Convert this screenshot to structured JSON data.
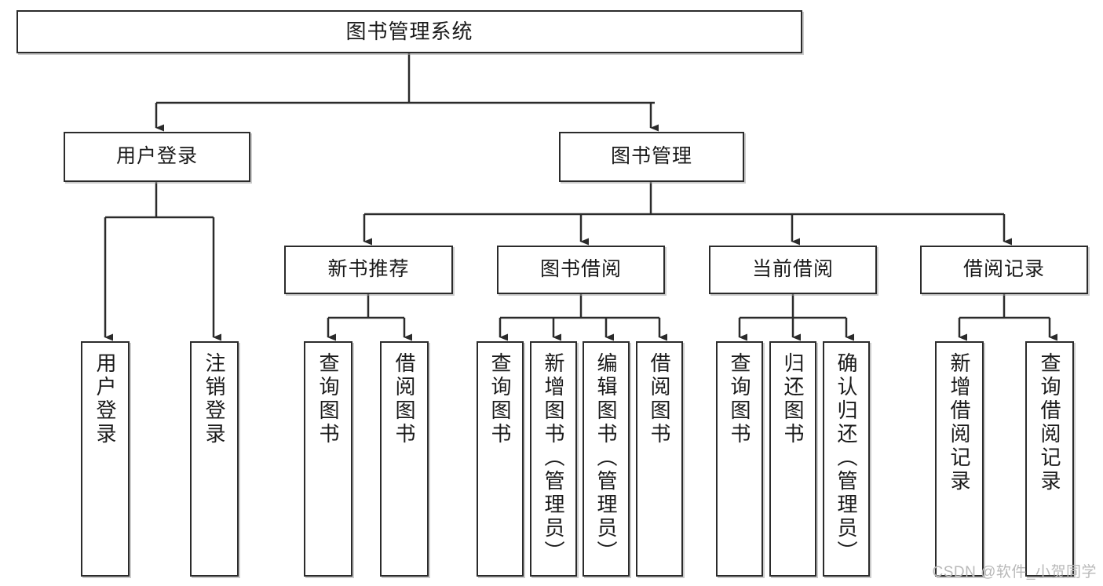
{
  "diagram": {
    "title": "图书管理系统",
    "type": "tree",
    "watermark": "CSDN @软件_小贺同学",
    "colors": {
      "node_border": "#2b2b2b",
      "node_fill": "#ffffff",
      "connector": "#2b2b2b",
      "watermark": "#b9b9b9"
    },
    "nodes": {
      "root": {
        "label": "图书管理系统"
      },
      "level2": [
        {
          "id": "user-login",
          "label": "用户登录"
        },
        {
          "id": "book-manage",
          "label": "图书管理"
        }
      ],
      "level3": [
        {
          "id": "new-book-rec",
          "label": "新书推荐"
        },
        {
          "id": "book-borrow",
          "label": "图书借阅"
        },
        {
          "id": "current-borrow",
          "label": "当前借阅"
        },
        {
          "id": "borrow-record",
          "label": "借阅记录"
        }
      ],
      "leaves": {
        "user-login": [
          {
            "id": "leaf-user-login",
            "label": "用户登录"
          },
          {
            "id": "leaf-user-logout",
            "label": "注销登录"
          }
        ],
        "new-book-rec": [
          {
            "id": "leaf-query-book-1",
            "label": "查询图书"
          },
          {
            "id": "leaf-borrow-book-1",
            "label": "借阅图书"
          }
        ],
        "book-borrow": [
          {
            "id": "leaf-query-book-2",
            "label": "查询图书"
          },
          {
            "id": "leaf-add-book",
            "label": "新增图书（管理员）"
          },
          {
            "id": "leaf-edit-book",
            "label": "编辑图书（管理员）"
          },
          {
            "id": "leaf-borrow-book-2",
            "label": "借阅图书"
          }
        ],
        "current-borrow": [
          {
            "id": "leaf-query-book-3",
            "label": "查询图书"
          },
          {
            "id": "leaf-return-book",
            "label": "归还图书"
          },
          {
            "id": "leaf-confirm-return",
            "label": "确认归还（管理员）"
          }
        ],
        "borrow-record": [
          {
            "id": "leaf-add-record",
            "label": "新增借阅记录"
          },
          {
            "id": "leaf-query-record",
            "label": "查询借阅记录"
          }
        ]
      }
    }
  }
}
